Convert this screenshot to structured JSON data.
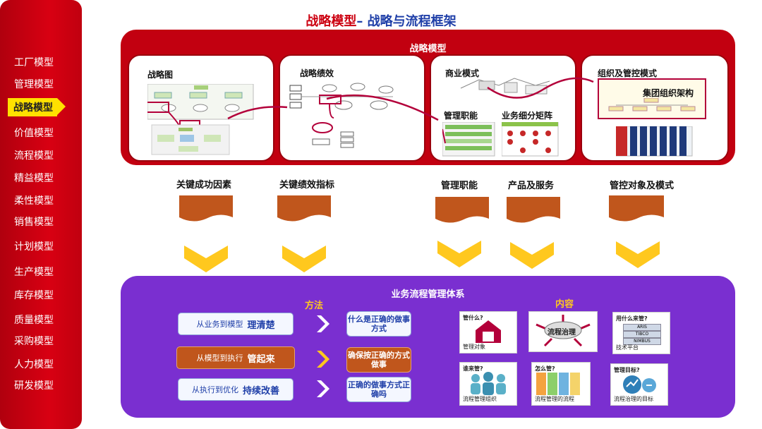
{
  "sidebar": {
    "items": [
      {
        "label": "工厂模型"
      },
      {
        "label": "管理模型"
      },
      {
        "label": "战略模型",
        "active": true
      },
      {
        "label": "价值模型"
      },
      {
        "label": "流程模型"
      },
      {
        "label": "精益模型"
      },
      {
        "label": "柔性模型"
      },
      {
        "label": "销售模型"
      },
      {
        "label": "计划模型"
      },
      {
        "label": "生产模型"
      },
      {
        "label": "库存模型"
      },
      {
        "label": "质量模型"
      },
      {
        "label": "采购模型"
      },
      {
        "label": "人力模型"
      },
      {
        "label": "研发模型"
      }
    ]
  },
  "title": {
    "part1": "战略模型",
    "dash": "– ",
    "part2": "战略与流程框架"
  },
  "top_panel": {
    "title": "战略模型",
    "cards": [
      {
        "label": "战略图"
      },
      {
        "label": "战略绩效"
      },
      {
        "label": "商业模式",
        "sub1": "管理职能",
        "sub2": "业务细分矩阵"
      },
      {
        "label": "组织及管控模式",
        "sub1": "集团组织架构"
      }
    ]
  },
  "mid_labels": [
    "关键成功因素",
    "关键绩效指标",
    "管理职能",
    "产品及服务",
    "管控对象及模式"
  ],
  "bottom_panel": {
    "title": "业务流程管理体系",
    "method_title": "方法",
    "content_title": "内容",
    "methods": [
      {
        "prefix": "从业务到模型",
        "bold": "理清楚",
        "result": "什么是正确的做事方式"
      },
      {
        "prefix": "从模型到执行",
        "bold": "管起来",
        "result": "确保按正确的方式做事"
      },
      {
        "prefix": "从执行到优化",
        "bold": "持续改善",
        "result": "正确的做事方式正确吗"
      }
    ],
    "thumbs": [
      {
        "q": "管什么?",
        "cap": "管理对象"
      },
      {
        "center": "流程治理"
      },
      {
        "q": "用什么来管?",
        "cap": "技术平台",
        "items": [
          "ARIS",
          "TIBCO",
          "NIMBUS"
        ]
      },
      {
        "q": "谁来管?",
        "cap": "流程管理组织"
      },
      {
        "q": "怎么管?",
        "cap": "流程管理的流程"
      },
      {
        "q": "管理目标?",
        "cap": "流程治理的目标"
      }
    ]
  },
  "colors": {
    "red": "#c20010",
    "purple": "#7a2fd0",
    "orange": "#c0561c",
    "yellow": "#ffc81e",
    "blue": "#1f3fa8"
  }
}
